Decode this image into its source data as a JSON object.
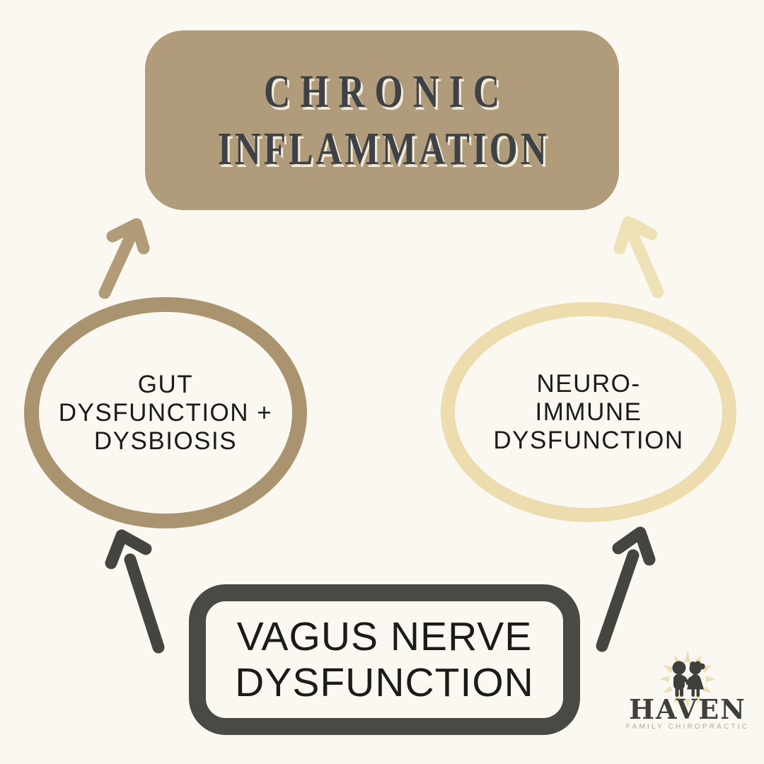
{
  "title_box": {
    "line1": "CHRONIC",
    "line2": "INFLAMMATION"
  },
  "nodes": {
    "gut": {
      "line1": "GUT",
      "line2": "DYSFUNCTION +",
      "line3": "DYSBIOSIS"
    },
    "neuro": {
      "line1": "NEURO-",
      "line2": "IMMUNE",
      "line3": "DYSFUNCTION"
    },
    "vagus": {
      "line1": "VAGUS NERVE",
      "line2": "DYSFUNCTION"
    }
  },
  "arrows": [
    {
      "from": "gut-dysfunction",
      "to": "chronic-inflammation",
      "color": "#b29b77"
    },
    {
      "from": "neuro-immune-dysfunction",
      "to": "chronic-inflammation",
      "color": "#efe1b6"
    },
    {
      "from": "vagus-nerve-dysfunction",
      "to": "gut-dysfunction",
      "color": "#454540"
    },
    {
      "from": "vagus-nerve-dysfunction",
      "to": "neuro-immune-dysfunction",
      "color": "#454540"
    }
  ],
  "logo": {
    "name": "HAVEN",
    "tagline": "FAMILY CHIROPRACTIC"
  },
  "colors": {
    "background": "#fbf8f1",
    "title_box_fill": "#b09c7b",
    "title_text": "#3e4247",
    "title_shadow": "#f1ebd8",
    "gut_ring": "#aa9470",
    "neuro_ring": "#ecdcae",
    "dark": "#454540",
    "vagus_border": "#4a4a45",
    "body_text": "#1b1b19",
    "sun": "#ecdfb4",
    "logo_text": "#3f3f3b",
    "tagline_text": "#b2a897"
  }
}
